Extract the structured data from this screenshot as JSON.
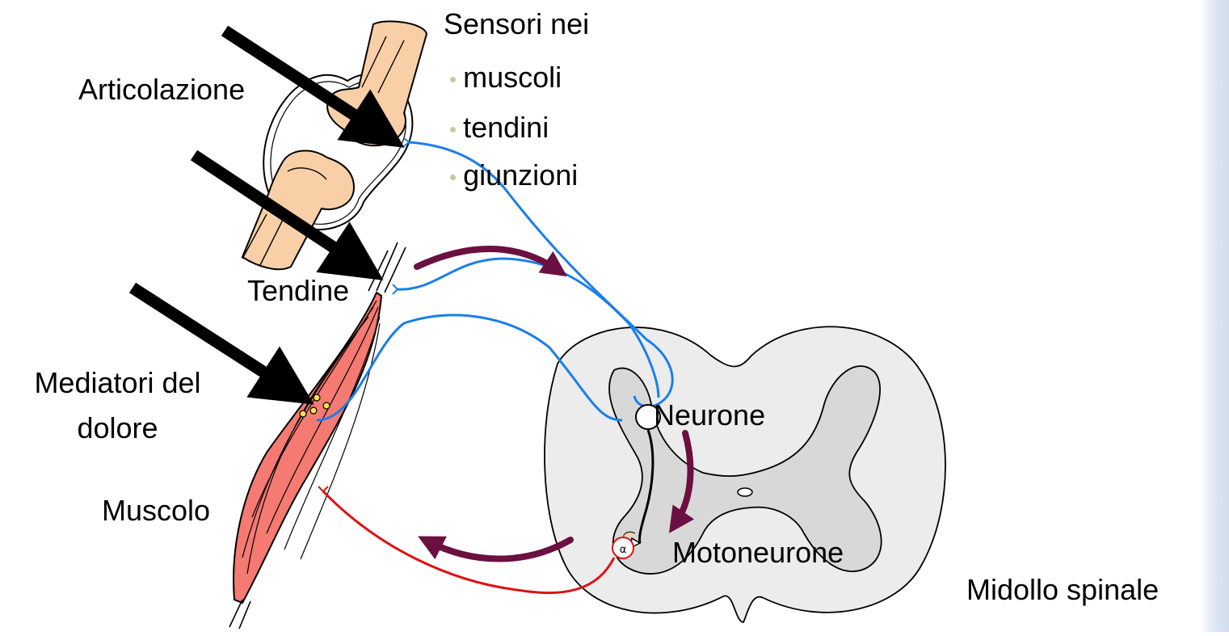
{
  "labels": {
    "sensors_header": "Sensori nei",
    "joint": "Articolazione",
    "tendon": "Tendine",
    "pain_mediators_line1": "Mediatori del",
    "pain_mediators_line2": "dolore",
    "muscle": "Muscolo",
    "neuron": "Neurone",
    "motoneuron": "Motoneurone",
    "alpha": "α",
    "spinal_cord": "Midollo spinale"
  },
  "sensor_list": [
    "muscoli",
    "tendini",
    "giunzioni"
  ],
  "colors": {
    "afferent_fiber": "#1a7fe8",
    "efferent_fiber": "#e01010",
    "flow_arrow": "#6b1040",
    "muscle_fill": "#f47a72",
    "bone_fill": "#f8cfa7",
    "grey_matter": "#d8d8d8",
    "white_matter": "#ececec",
    "stimulus_arrow": "#000000"
  }
}
